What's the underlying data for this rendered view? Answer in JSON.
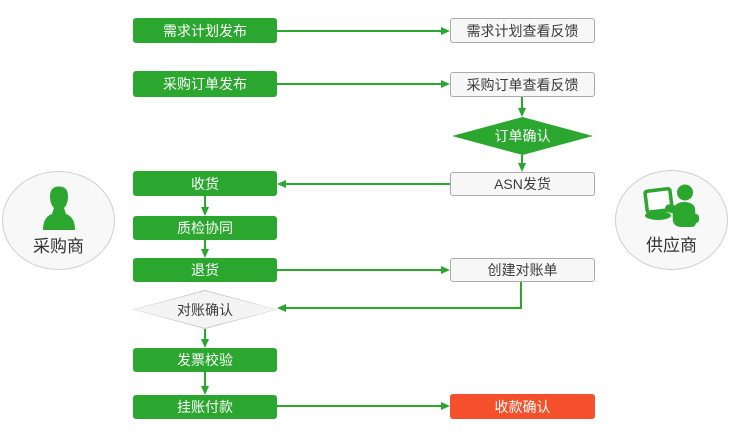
{
  "flow": {
    "buyer_actor": "采购商",
    "supplier_actor": "供应商",
    "nodes": {
      "demand_plan_release": "需求计划发布",
      "purchase_order_release": "采购订单发布",
      "receive_goods": "收货",
      "quality_inspection": "质检协同",
      "return_goods": "退货",
      "reconciliation_confirm": "对账确认",
      "invoice_verification": "发票校验",
      "payment_on_account": "挂账付款",
      "demand_plan_feedback": "需求计划查看反馈",
      "purchase_order_feedback": "采购订单查看反馈",
      "order_confirm": "订单确认",
      "asn_shipping": "ASN发货",
      "create_statement": "创建对账单",
      "payment_receipt_confirm": "收款确认"
    },
    "colors": {
      "process_green": "#2BA62F",
      "terminal_red": "#F4502B",
      "neutral_box_bg": "#F7F7F7",
      "neutral_box_border": "#ABABAB",
      "diamond_bg": "#F4F4F4",
      "diamond_border": "#C6C6C6",
      "connector": "#2BA62F",
      "actor_bg": "#F8F8F8",
      "actor_border": "#CFCFCF"
    }
  }
}
